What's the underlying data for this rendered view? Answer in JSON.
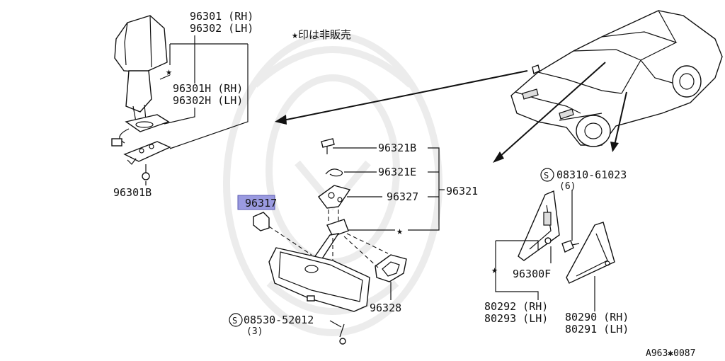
{
  "note": "★印は非販売",
  "drawing_code": "A963✱0087",
  "colors": {
    "highlight": "#9a9ae0",
    "line": "#111111"
  },
  "labels": {
    "outer_mirror_rh": "96301 (RH)",
    "outer_mirror_lh": "96302 (LH)",
    "mirror_body_rh": "96301H (RH)",
    "mirror_body_lh": "96302H (LH)",
    "mirror_base": "96301B",
    "inner_mirror_bolt": "96321B",
    "inner_mirror_clip": "96321E",
    "inner_mirror_assy": "96321",
    "inner_mirror_bracket": "96327",
    "highlighted_part": "96317",
    "inner_mirror_cover": "96328",
    "screw_code": "08530-52012",
    "screw_qty": "(3)",
    "corner_bolt_code": "08310-61023",
    "corner_bolt_qty": "(6)",
    "corner_part": "96300F",
    "corner_finisher_rh": "80292 (RH)",
    "corner_finisher_lh": "80293 (LH)",
    "corner_cover_rh": "80290 (RH)",
    "corner_cover_lh": "80291 (LH)"
  },
  "symbols": {
    "star": "★",
    "s_mark": "S"
  }
}
